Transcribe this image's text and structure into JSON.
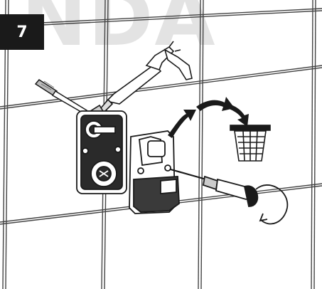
{
  "step": {
    "number": "7"
  },
  "watermark": {
    "text": "NDA"
  },
  "icons": {
    "tiles": "tile-grid",
    "valve": "mixer-valve-body",
    "cover": "protective-cover",
    "caulk": "caulking-gun",
    "screwdriver": "screwdriver",
    "brush": "brush",
    "arrow": "curved-arrow",
    "bin": "waste-bin"
  },
  "colors": {
    "line": "#1a1a1a",
    "grid": "#444444",
    "badge": "#1a1a1a",
    "watermark": "#e3e3e3"
  }
}
